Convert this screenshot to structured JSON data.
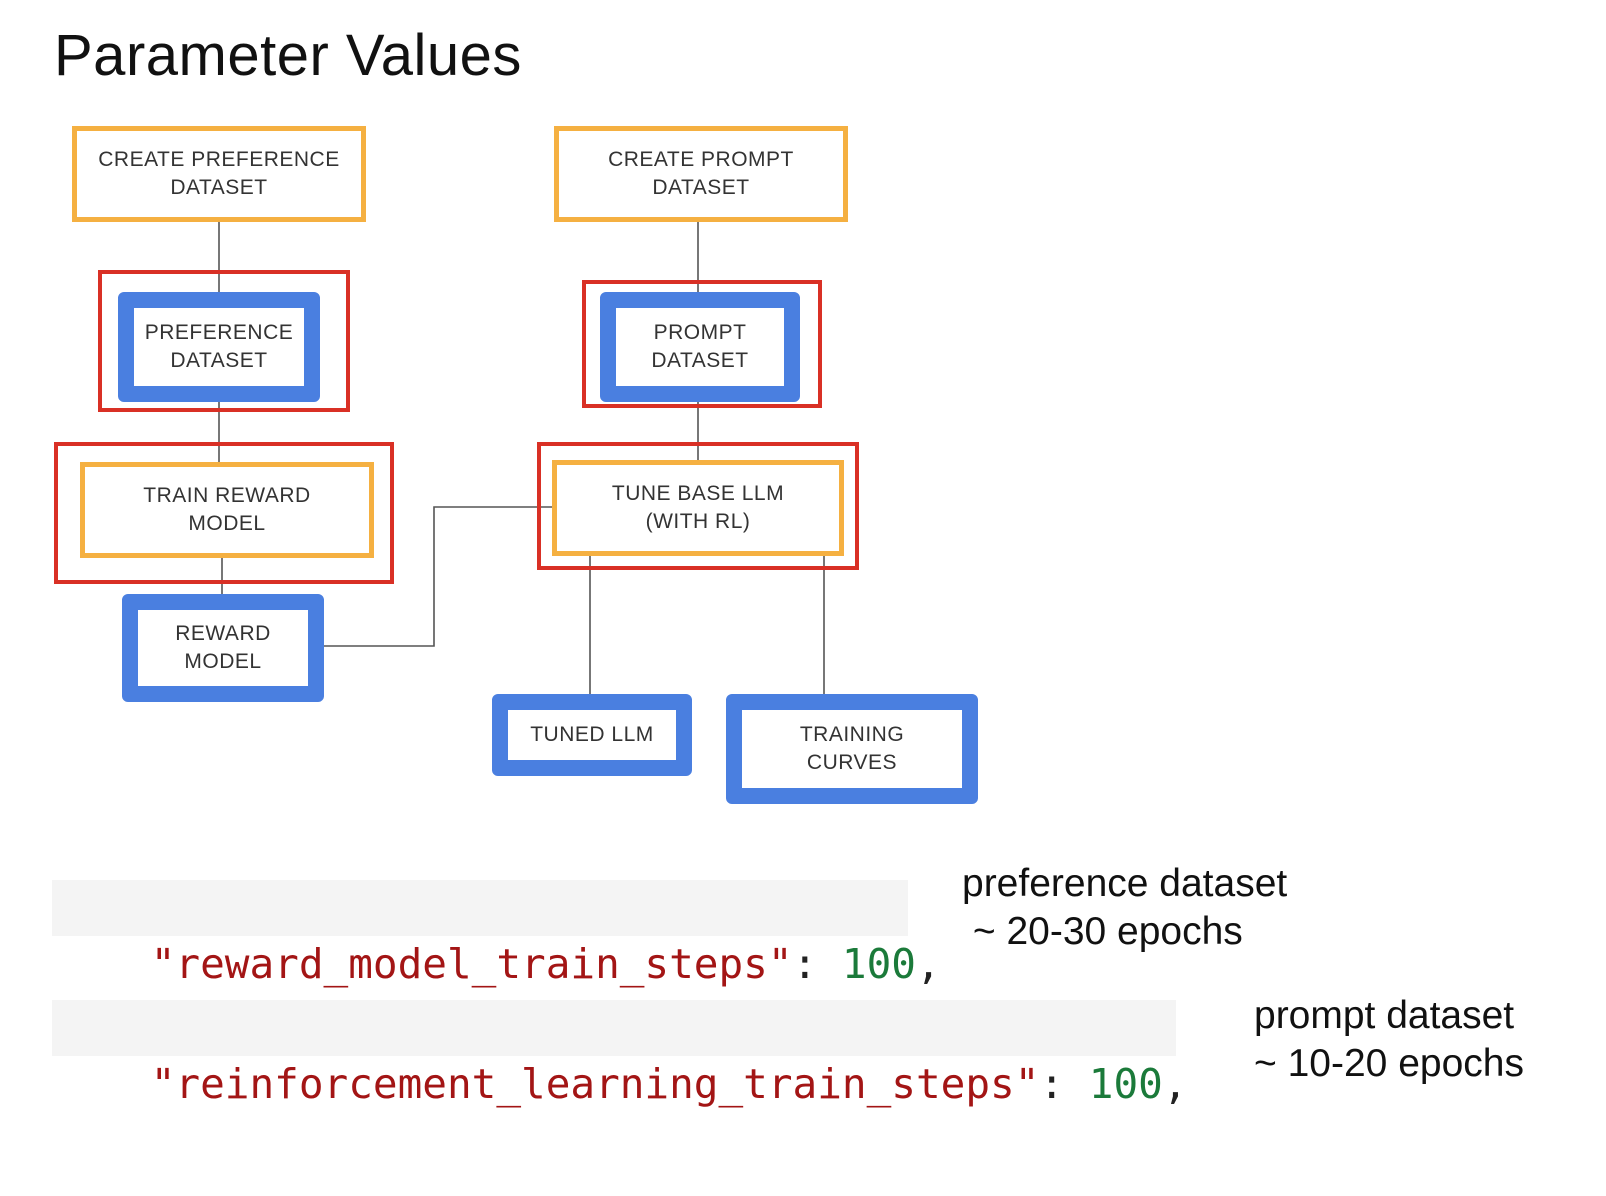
{
  "title": "Parameter Values",
  "diagram": {
    "nodes": {
      "create_preference_dataset": "CREATE PREFERENCE\nDATASET",
      "create_prompt_dataset": "CREATE PROMPT\nDATASET",
      "preference_dataset": "PREFERENCE\nDATASET",
      "prompt_dataset": "PROMPT\nDATASET",
      "train_reward_model": "TRAIN REWARD\nMODEL",
      "tune_base_llm": "TUNE BASE LLM\n(WITH RL)",
      "reward_model": "REWARD\nMODEL",
      "tuned_llm": "TUNED LLM",
      "training_curves": "TRAINING\nCURVES"
    },
    "colors": {
      "highlight_red": "#d93025",
      "component_orange": "#f5b041",
      "artifact_blue": "#4a7fe0"
    }
  },
  "params": [
    {
      "key": "\"reward_model_train_steps\"",
      "sep": ": ",
      "value": "100",
      "trail": ",",
      "note_line1": "preference dataset",
      "note_line2": " ~ 20-30 epochs"
    },
    {
      "key": "\"reinforcement_learning_train_steps\"",
      "sep": ": ",
      "value": "100",
      "trail": ",",
      "note_line1": "prompt dataset",
      "note_line2": "~ 10-20 epochs"
    }
  ],
  "code_colors": {
    "string": "#a31515",
    "number": "#1b7a3a"
  }
}
